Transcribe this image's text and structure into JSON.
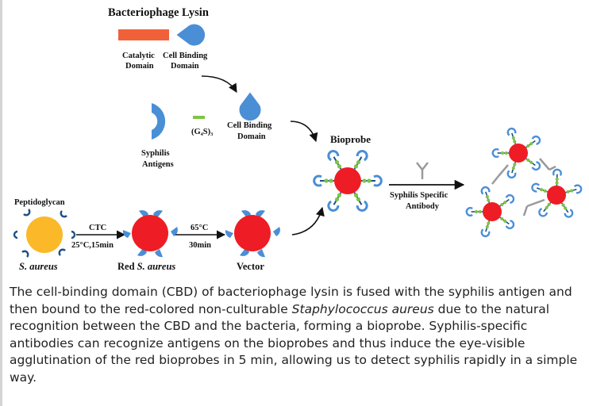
{
  "diagram": {
    "title": "Bacteriophage Lysin",
    "catalytic_domain": [
      "Catalytic",
      "Domain"
    ],
    "cell_binding_domain_top": [
      "Cell Binding",
      "Domain"
    ],
    "syphilis_antigens": [
      "Syphilis",
      "Antigens"
    ],
    "linker": "(G₄S)₃",
    "cell_binding_domain_mid": [
      "Cell Binding",
      "Domain"
    ],
    "bioprobe": "Bioprobe",
    "syphilis_specific_antibody": [
      "Syphilis Specific",
      "Antibody"
    ],
    "peptidoglycan": "Peptidoglycan",
    "ctc": "CTC",
    "ctc_condition": "25°C,15min",
    "heat_temp": "65°C",
    "heat_time": "30min",
    "s_aureus": "S. aureus",
    "red_s_aureus_prefix": "Red ",
    "red_s_aureus_species": "S. aureus",
    "vector": "Vector"
  },
  "colors": {
    "catalytic": "#f0613a",
    "cbd": "#4a8fd6",
    "linker": "#7ec447",
    "red_cell": "#ee1c24",
    "yellow_cell": "#fbb829",
    "antibody": "#9a9a9a",
    "dark_arm": "#1f4f86"
  },
  "caption": {
    "part1": "The cell-binding domain (CBD) of bacteriophage lysin is fused with the syphilis antigen and then bound to the red-colored non-culturable ",
    "species": "Staphylococcus aureus",
    "part2": " due to the natural recognition between the CBD and the bacteria, forming a bioprobe. Syphilis-specific antibodies can recognize antigens on the bioprobes and thus induce the eye-visible agglutination of the red bioprobes in 5 min, allowing us to detect syphilis rapidly in a simple way."
  }
}
